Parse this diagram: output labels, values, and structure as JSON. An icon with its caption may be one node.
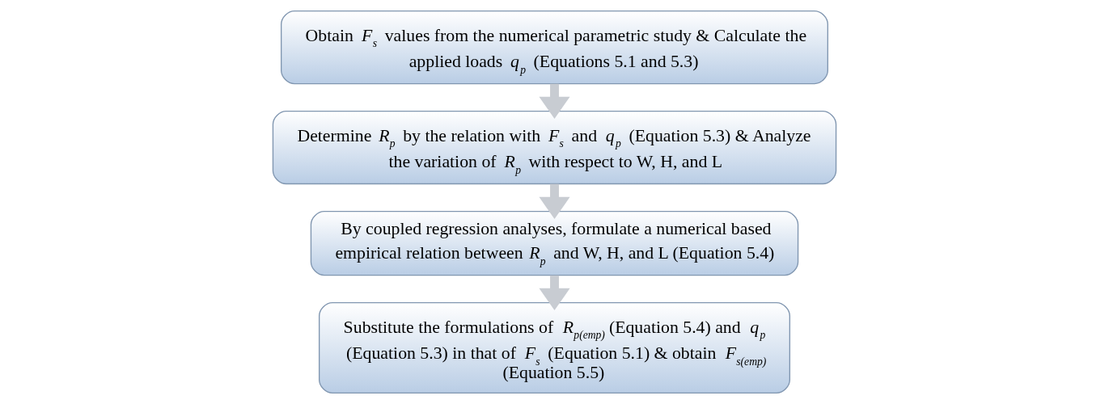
{
  "diagram": {
    "nodes": [
      {
        "text": [
          "Obtain *F*$_{s}$ values from the numerical parametric study & Calculate the applied loads *q*$_{p}$ (Equations 5.1 and 5.3)"
        ]
      },
      {
        "text": [
          "Determine *R*$_{p}$ by the relation with *F*$_{s}$ and *q*$_{p}$ (Equation 5.3) & Analyze the variation of *R*$_{p}$ with respect to W, H, and L"
        ]
      },
      {
        "text": [
          "By coupled regression analyses, formulate a numerical based empirical relation between *R*$_{p}$ and W, H, and L (Equation 5.4)"
        ]
      },
      {
        "text": [
          "Substitute the formulations of *R*$_{p(emp)}$ (Equation 5.4) and *q*$_{p}$ (Equation 5.3) in that of *F*$_{s}$ (Equation 5.1) & obtain *F*$_{s(emp)}$ (Equation 5.5)"
        ]
      }
    ],
    "edges": [
      {
        "from": 0,
        "to": 1,
        "arrow": "to"
      },
      {
        "from": 1,
        "to": 2,
        "arrow": "to"
      },
      {
        "from": 2,
        "to": 3,
        "arrow": "to"
      }
    ]
  }
}
